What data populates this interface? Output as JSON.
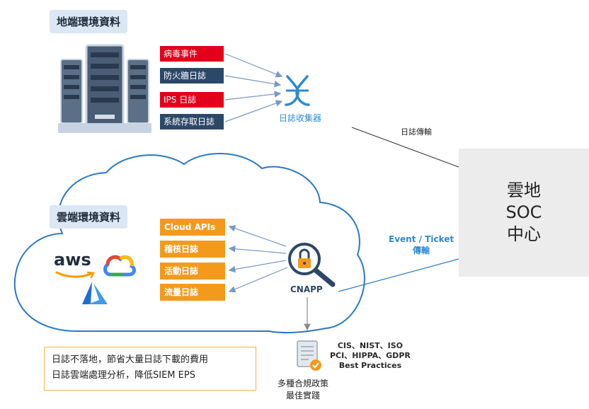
{
  "onprem": {
    "title": "地端環境資料",
    "logs": [
      "病毒事件",
      "防火牆日誌",
      "IPS 日誌",
      "系統存取日誌"
    ],
    "collector_label": "日誌收集器"
  },
  "cloud": {
    "title": "雲端環境資料",
    "logs": [
      "Cloud APIs",
      "稽核日誌",
      "活動日誌",
      "流量日誌"
    ],
    "cnapp_label": "CNAPP",
    "providers": [
      "aws",
      "google-cloud",
      "azure"
    ]
  },
  "links": {
    "onprem_to_soc": "日誌傳輸",
    "cloud_to_soc_line1": "Event / Ticket",
    "cloud_to_soc_line2": "傳輸"
  },
  "soc": {
    "line1": "雲地",
    "line2": "SOC",
    "line3": "中心"
  },
  "note": {
    "line1": "日誌不落地，節省大量日誌下載的費用",
    "line2": "日誌雲端處理分析，降低SIEM EPS"
  },
  "compliance": {
    "standards_line1": "CIS、NIST、ISO",
    "standards_line2": "PCI、HIPPA、GDPR",
    "standards_line3": "Best Practices",
    "policy_line1": "多種合規政策",
    "policy_line2": "最佳實踐"
  },
  "aws_text": "aws",
  "colors": {
    "red": "#e3001b",
    "navy": "#2c4868",
    "orange": "#f39a1c",
    "blue": "#2d8ad1"
  }
}
